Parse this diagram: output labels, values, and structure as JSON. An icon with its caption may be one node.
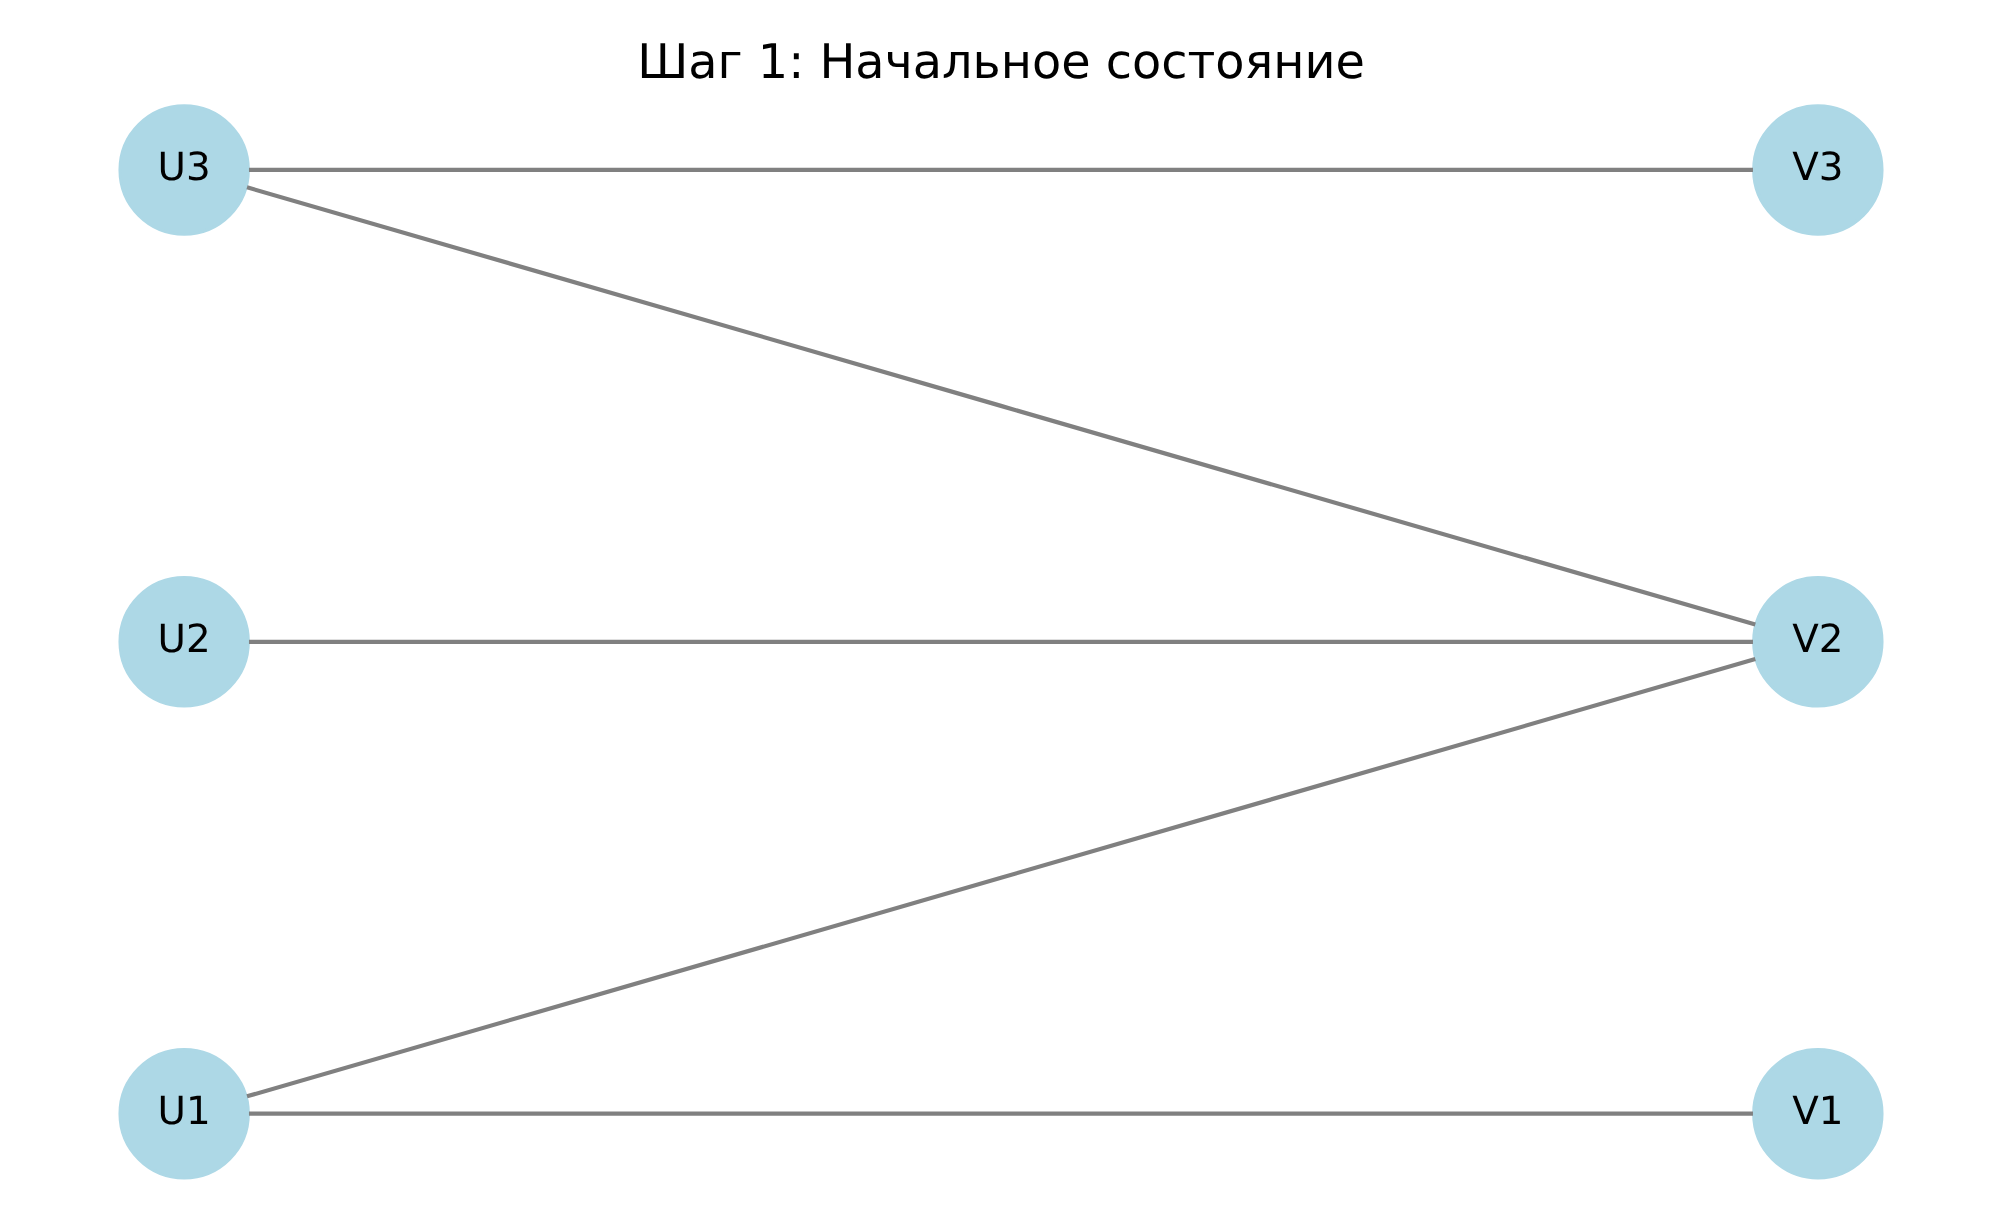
{
  "diagram": {
    "title": "Шаг 1: Начальное состояние",
    "nodes": [
      {
        "text": [
          "U3"
        ]
      },
      {
        "text": [
          "V3"
        ]
      },
      {
        "text": [
          "U2"
        ]
      },
      {
        "text": [
          "V2"
        ]
      },
      {
        "text": [
          "U1"
        ]
      },
      {
        "text": [
          "V1"
        ]
      }
    ],
    "edges": [
      {
        "from": 0,
        "to": 1,
        "arrow": "none"
      },
      {
        "from": 0,
        "to": 3,
        "arrow": "none"
      },
      {
        "from": 2,
        "to": 3,
        "arrow": "none"
      },
      {
        "from": 4,
        "to": 3,
        "arrow": "none"
      },
      {
        "from": 4,
        "to": 5,
        "arrow": "none"
      }
    ]
  }
}
